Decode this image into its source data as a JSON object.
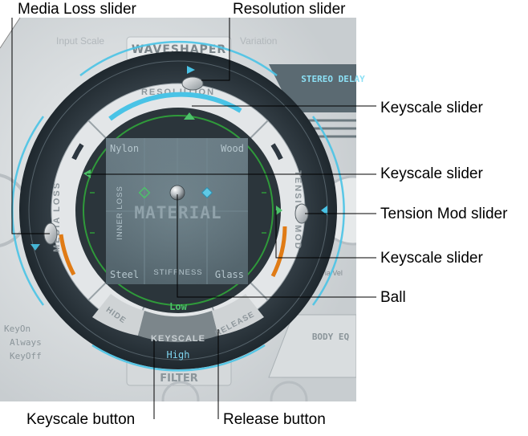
{
  "panel": {
    "top_title": "WAVESHAPER",
    "input_scale_label": "Input Scale",
    "variation_label": "Variation",
    "stereo_delay_label": "STEREO DELAY",
    "body_eq_label": "BODY EQ",
    "filter_label": "FILTER",
    "keyon_lines": [
      "KeyOn",
      "Always",
      "KeyOff"
    ],
    "via_vel_label": "Via Vel",
    "ring_left_label": "MEDIA LOSS",
    "ring_top_label": "RESOLUTION",
    "ring_right_label": "TENSION MOD",
    "hide_button": "HIDE",
    "keyscale_button": "KEYSCALE",
    "release_button": "RELEASE",
    "low_label": "Low",
    "high_label": "High",
    "corner_nylon": "Nylon",
    "corner_wood": "Wood",
    "corner_steel": "Steel",
    "corner_glass": "Glass",
    "center_title": "MATERIAL",
    "axis_inner_loss": "INNER LOSS",
    "axis_stiffness": "STIFFNESS"
  },
  "callouts": {
    "media_loss": "Media Loss slider",
    "resolution": "Resolution slider",
    "keyscale_top": "Keyscale slider",
    "keyscale_left": "Keyscale slider",
    "tension_mod": "Tension Mod slider",
    "keyscale_right": "Keyscale slider",
    "ball": "Ball",
    "keyscale_button": "Keyscale button",
    "release_button": "Release button"
  },
  "colors": {
    "accent_cyan": "#49c3e6",
    "accent_green": "#2f9a3a",
    "accent_orange": "#e07b15",
    "ring_dark": "#2d3740",
    "pad": "#5d6f78"
  }
}
